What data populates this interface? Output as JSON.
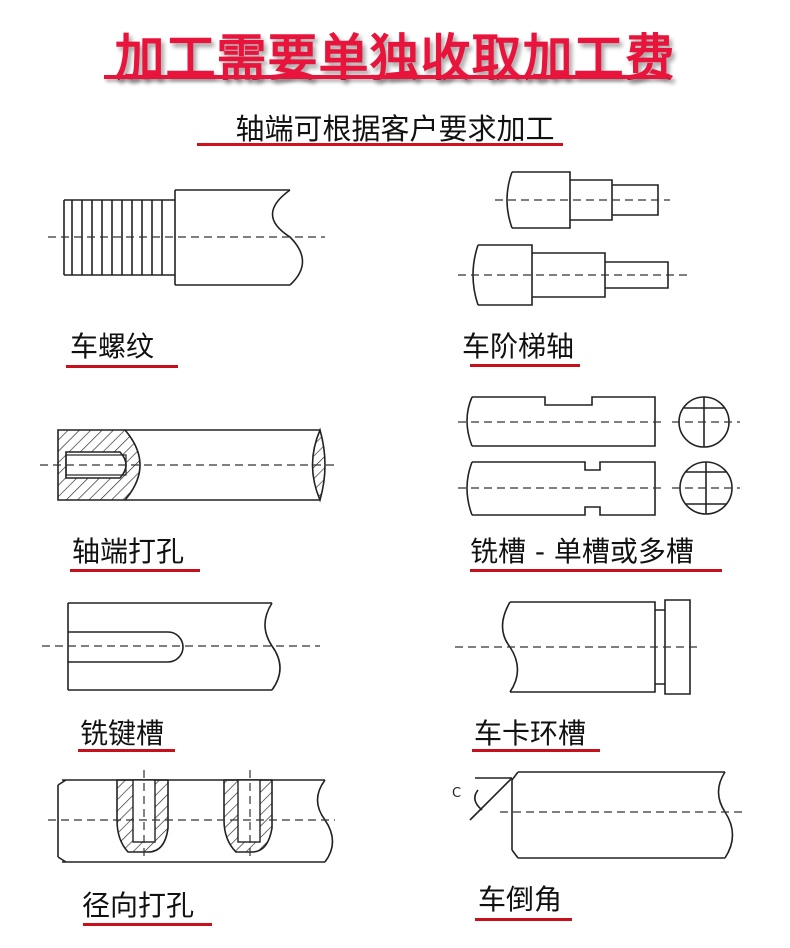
{
  "header": {
    "title": "加工需要单独收取加工费",
    "subtitle": "轴端可根据客户要求加工"
  },
  "items": [
    {
      "label": "车螺纹"
    },
    {
      "label": "车阶梯轴"
    },
    {
      "label": "轴端打孔"
    },
    {
      "label": "铣槽 - 单槽或多槽"
    },
    {
      "label": "铣键槽"
    },
    {
      "label": "车卡环槽"
    },
    {
      "label": "径向打孔"
    },
    {
      "label": "车倒角"
    }
  ],
  "annotations": {
    "chamfer_symbol": "C"
  },
  "colors": {
    "accent": "#e8143c",
    "underline": "#c8101c"
  }
}
